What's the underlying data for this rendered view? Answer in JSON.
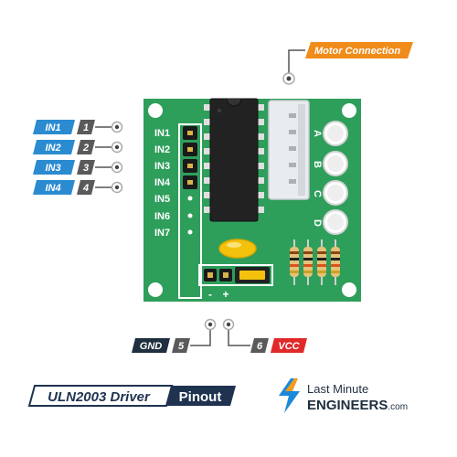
{
  "pins": [
    {
      "number": "1",
      "name": "IN1"
    },
    {
      "number": "2",
      "name": "IN2"
    },
    {
      "number": "3",
      "name": "IN3"
    },
    {
      "number": "4",
      "name": "IN4"
    },
    {
      "number": "5",
      "name": "GND"
    },
    {
      "number": "6",
      "name": "VCC"
    }
  ],
  "callout": {
    "motor_connection": "Motor Connection"
  },
  "board": {
    "header_labels": [
      "IN1",
      "IN2",
      "IN3",
      "IN4",
      "IN5",
      "IN6",
      "IN7"
    ],
    "led_labels": [
      "A",
      "B",
      "C",
      "D"
    ],
    "power_minus": "-",
    "power_plus": "+"
  },
  "footer": {
    "title": "ULN2003 Driver",
    "subtitle": "Pinout"
  },
  "brand": {
    "line1": "Last Minute",
    "line2": "ENGINEERS",
    "suffix": ".com"
  },
  "colors": {
    "pcb_green": "#2e9e5b",
    "pin_blue": "#2b8bd0",
    "pin_gray": "#5a5a5a",
    "vcc_red": "#e02a2a",
    "motor_orange": "#f08c1a",
    "navy": "#1f3350",
    "brand_orange": "#f39c1f",
    "brand_blue": "#1e88d8"
  },
  "icons": {
    "brand_logo": "lightning-bolt-icon",
    "pin_marker": "terminal-dot-icon"
  }
}
